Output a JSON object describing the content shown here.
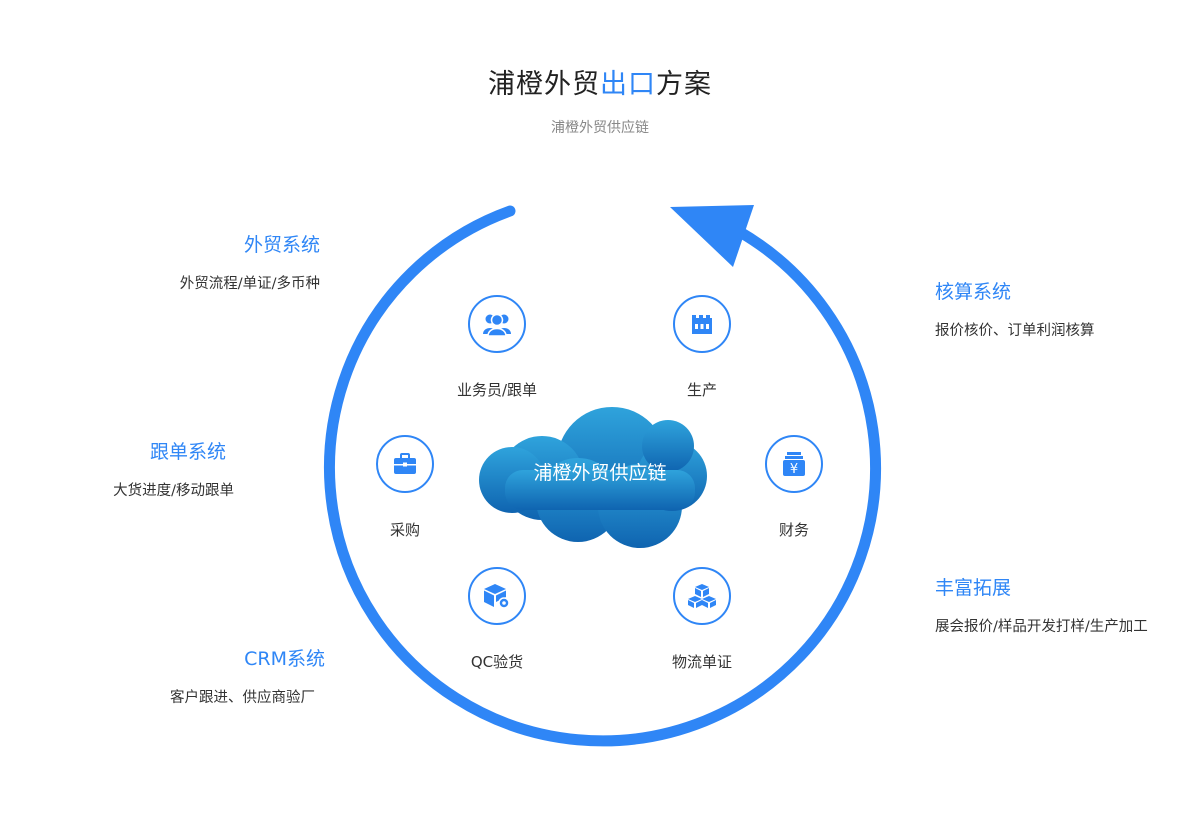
{
  "header": {
    "title_prefix": "浦橙外贸",
    "title_highlight": "出口",
    "title_suffix": "方案",
    "subtitle": "浦橙外贸供应链"
  },
  "center": {
    "label": "浦橙外贸供应链"
  },
  "nodes": [
    {
      "label": "业务员/跟单",
      "icon": "users-icon"
    },
    {
      "label": "生产",
      "icon": "factory-icon"
    },
    {
      "label": "采购",
      "icon": "briefcase-icon"
    },
    {
      "label": "财务",
      "icon": "yen-cash-icon"
    },
    {
      "label": "QC验货",
      "icon": "box-gear-icon"
    },
    {
      "label": "物流单证",
      "icon": "boxes-icon"
    }
  ],
  "left_features": [
    {
      "title": "外贸系统",
      "desc": "外贸流程/单证/多币种"
    },
    {
      "title": "跟单系统",
      "desc": "大货进度/移动跟单"
    },
    {
      "title": "CRM系统",
      "desc": "客户跟进、供应商验厂"
    }
  ],
  "right_features": [
    {
      "title": "核算系统",
      "desc": "报价核价、订单利润核算"
    },
    {
      "title": "丰富拓展",
      "desc": "展会报价/样品开发打样/生产加工"
    }
  ],
  "colors": {
    "accent": "#2f86f6",
    "cloud_top": "#2fa3dc",
    "cloud_bottom": "#0f64b0"
  }
}
